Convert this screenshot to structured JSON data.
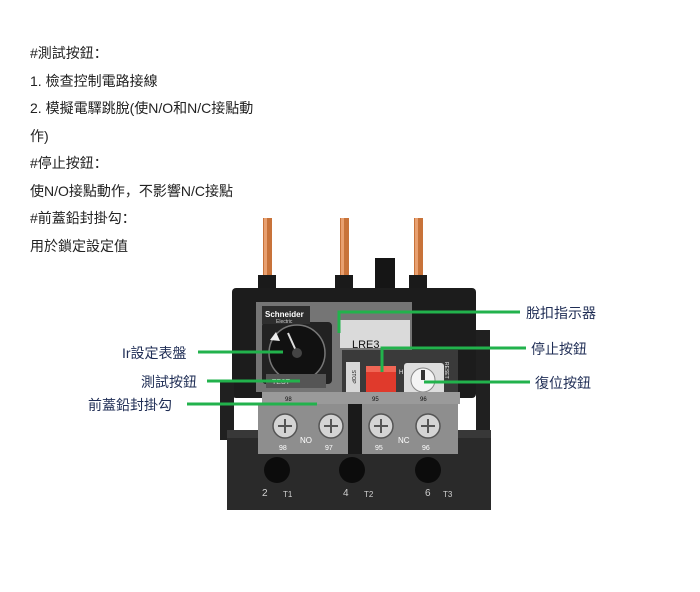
{
  "description_lines": [
    "#測試按鈕：",
    "1. 檢查控制電路接線",
    "2. 模擬電驛跳脫(使N/O和N/C接點動",
    "作)",
    "#停止按鈕：",
    "使N/O接點動作，不影響N/C接點",
    "#前蓋鉛封掛勾：",
    "用於鎖定設定值"
  ],
  "callouts": {
    "trip_indicator": "脫扣指示器",
    "stop_button": "停止按鈕",
    "reset_button": "復位按鈕",
    "ir_dial": "Ir設定表盤",
    "test_button": "測試按鈕",
    "seal_hook": "前蓋鉛封掛勾"
  },
  "device": {
    "brand": "Schneider",
    "brand_sub": "Electric",
    "model": "LRE3",
    "stop_text": "STOP",
    "test_text": "TEST",
    "reset_text": "RESET",
    "h_text": "H",
    "term_top_98": "98",
    "term_top_95": "95",
    "term_top_96": "96",
    "term_98": "98",
    "term_97": "97",
    "term_95": "95",
    "term_96": "96",
    "no_label": "NO",
    "nc_label": "NC",
    "t1_num": "2",
    "t1_label": "T1",
    "t2_num": "4",
    "t2_label": "T2",
    "t3_num": "6",
    "t3_label": "T3"
  },
  "colors": {
    "callout_line": "#22b24c",
    "stop_button": "#e03a2c",
    "copper": "#c8733a"
  }
}
